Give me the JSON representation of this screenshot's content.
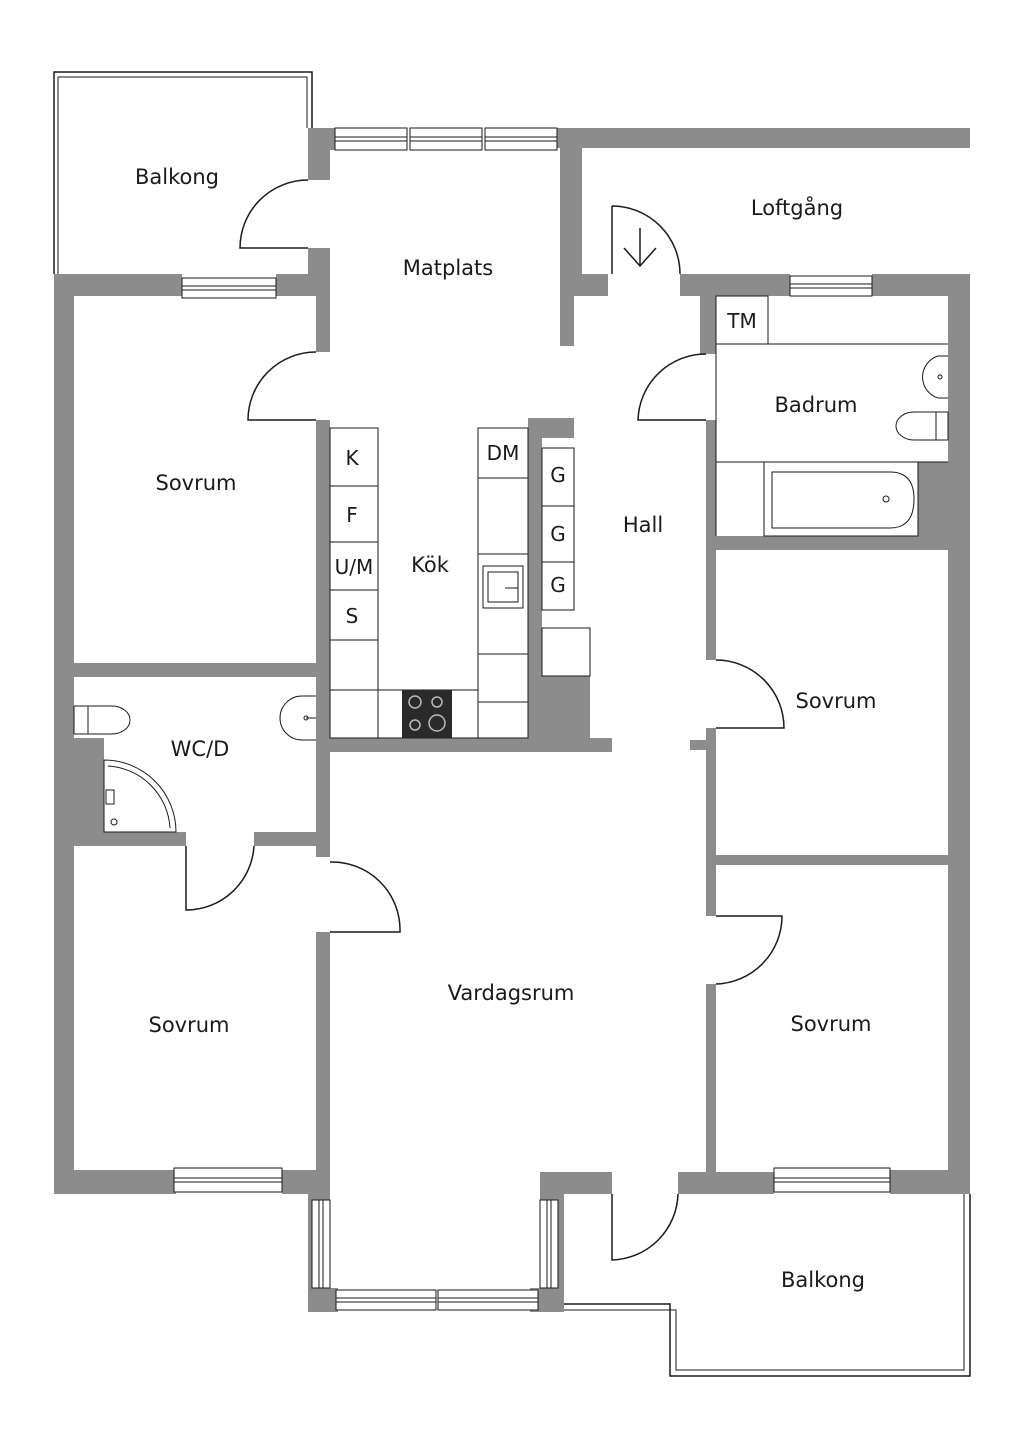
{
  "rooms": {
    "balkong_top": "Balkong",
    "matplats": "Matplats",
    "loftgang": "Loftgång",
    "sovrum_top_left": "Sovrum",
    "badrum": "Badrum",
    "kok": "Kök",
    "hall": "Hall",
    "wcd": "WC/D",
    "sovrum_right_mid": "Sovrum",
    "vardagsrum": "Vardagsrum",
    "sovrum_bottom_left": "Sovrum",
    "sovrum_bottom_right": "Sovrum",
    "balkong_bottom": "Balkong"
  },
  "appliances": {
    "tm": "TM",
    "k": "K",
    "f": "F",
    "um": "U/M",
    "s": "S",
    "dm": "DM",
    "g1": "G",
    "g2": "G",
    "g3": "G"
  },
  "colors": {
    "wall": "#8c8c8c",
    "line": "#1a1a1a",
    "background": "#ffffff"
  }
}
